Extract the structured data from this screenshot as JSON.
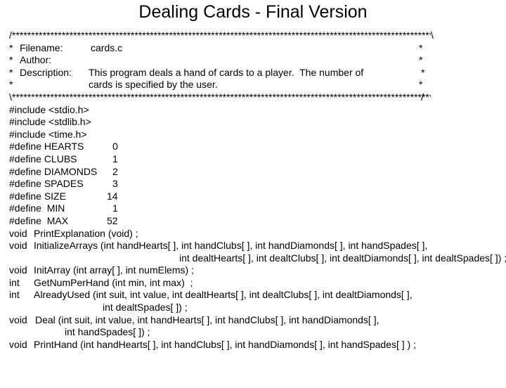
{
  "slide": {
    "title": "Dealing Cards - Final Version"
  },
  "header_comment": {
    "top_left": "/",
    "top_right": "\\",
    "bottom_left": "\\",
    "bottom_right": "/",
    "stars": "****************************************************************************************************************************************************",
    "lines": [
      {
        "prefix": "*",
        "label": "Filename:",
        "text": "cards.c",
        "suffix": "*"
      },
      {
        "prefix": "*",
        "label": "Author:",
        "text": "",
        "suffix": "*"
      },
      {
        "prefix": "*",
        "label": "Description:",
        "text": "This program deals a hand of cards to a player.  The number of",
        "suffix": "*"
      },
      {
        "prefix": "*",
        "label": "",
        "text": "cards is specified by the user.",
        "suffix": "*"
      }
    ]
  },
  "includes": [
    "#include <stdio.h>",
    "#include <stdlib.h>",
    "#include <time.h>"
  ],
  "defines": [
    {
      "directive": "#define HEARTS",
      "value": "0"
    },
    {
      "directive": "#define CLUBS",
      "value": "1"
    },
    {
      "directive": "#define DIAMONDS",
      "value": "2"
    },
    {
      "directive": "#define SPADES",
      "value": "3"
    },
    {
      "directive": "#define SIZE",
      "value": "14"
    },
    {
      "directive": "#define  MIN",
      "value": "1"
    },
    {
      "directive": "#define  MAX",
      "value": "52"
    }
  ],
  "prototypes": [
    {
      "type": "void",
      "text": "PrintExplanation (void) ;",
      "cont": ""
    },
    {
      "type": "void",
      "text": "InitializeArrays (int handHearts[ ], int handClubs[ ], int handDiamonds[ ], int handSpades[ ],",
      "cont": "int dealtHearts[ ], int dealtClubs[ ], int dealtDiamonds[ ], int dealtSpades[ ]) ;"
    },
    {
      "type": "void",
      "text": "InitArray (int array[ ], int numElems) ;",
      "cont": ""
    },
    {
      "type": "int",
      "text": "GetNumPerHand (int min, int max)  ;",
      "cont": ""
    },
    {
      "type": "int",
      "text": "AlreadyUsed (int suit, int value, int dealtHearts[ ], int dealtClubs[ ], int dealtDiamonds[ ],",
      "cont": "int dealtSpades[ ]) ;"
    },
    {
      "type": "void",
      "text": "Deal (int suit, int value, int handHearts[ ], int handClubs[ ], int handDiamonds[ ],",
      "cont": "int handSpades[ ]) ;"
    },
    {
      "type": "void",
      "text": "PrintHand (int handHearts[ ], int handClubs[ ], int handDiamonds[ ], int handSpades[ ] ) ;",
      "cont": ""
    }
  ]
}
